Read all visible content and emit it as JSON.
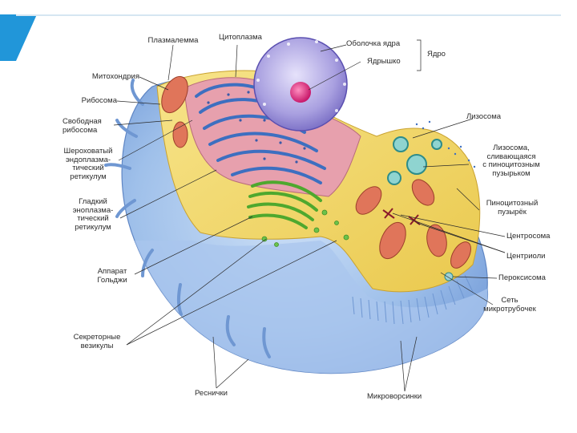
{
  "labels": {
    "plasmalemma": "Плазмалемма",
    "cytoplasm": "Цитоплазма",
    "nuclear_envelope": "Оболочка ядра",
    "nucleolus": "Ядрышко",
    "nucleus": "Ядро",
    "mitochondrion": "Митохондрия",
    "ribosome": "Рибосома",
    "free_ribosome": "Свободная\nрибосома",
    "rough_er": "Шероховатый\nэндоплазма-\nтический\nретикулум",
    "smooth_er": "Гладкий\nэноплазма-\nтический\nретикулум",
    "golgi": "Аппарат\nГольджи",
    "secretory_vesicles": "Секреторные\nвезикулы",
    "lysosome": "Лизосома",
    "lysosome_fusing": "Лизосома,\nсливающаяся\nс пиноцитозным\nпузырьком",
    "pinocytotic_vesicle": "Пиноцитозный\nпузырёк",
    "centrosome": "Центросома",
    "centrioles": "Центриоли",
    "peroxisome": "Пероксисома",
    "microtubule_network": "Сеть\nмикротрубочек",
    "cilia": "Реснички",
    "microvilli": "Микроворсинки"
  },
  "colors": {
    "accent": "#2196d9",
    "membrane_blue": "#8fb6e6",
    "cytoplasm_yellow": "#f3d86a",
    "er_pink": "#d98a9a",
    "er_blue": "#4a7fc8",
    "golgi_green": "#6cc24a",
    "mitochondria": "#e0755a",
    "nucleus_purple": "#9b8fd6",
    "nucleolus_magenta": "#e0307a"
  }
}
